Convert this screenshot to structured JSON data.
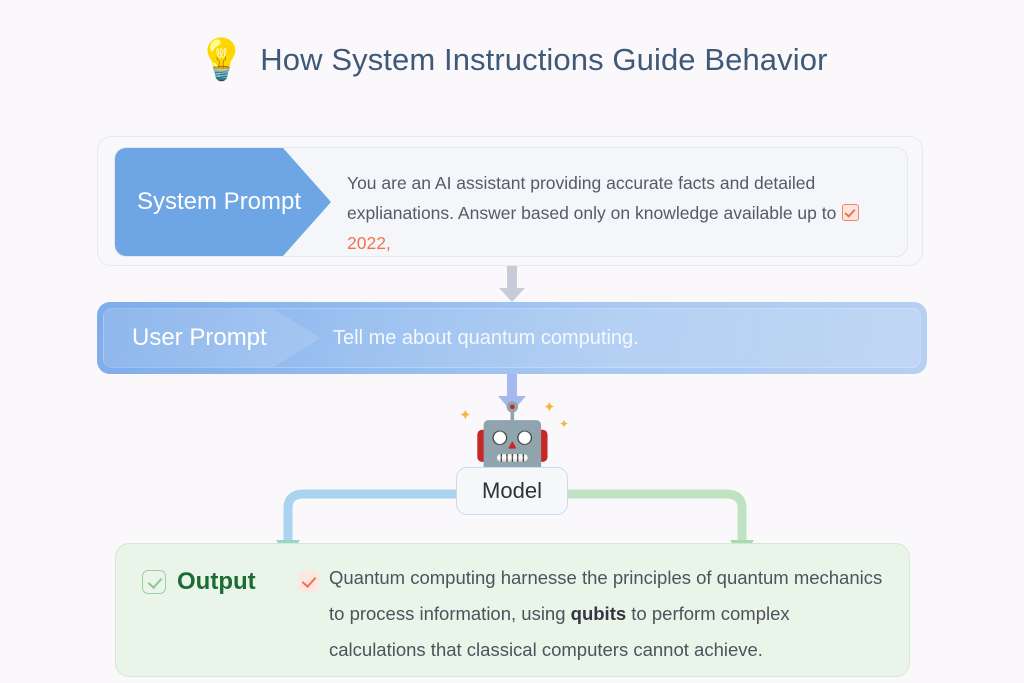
{
  "page": {
    "background_color": "#fbf8fb",
    "title": "How System Instructions Guide Behavior",
    "title_color": "#3f5a78",
    "bulb_icon": "💡"
  },
  "system_prompt": {
    "badge_label": "System Prompt",
    "badge_color": "#6ea5e4",
    "text_before_icon": "You are an AI assistant providing accurate facts and detailed explianations. Answer based only on knowledge available up to ",
    "inline_icon": "checkbox-orange-icon",
    "cutoff_year": "2022,",
    "cutoff_color": "#f4714f"
  },
  "flow_arrows": {
    "system_to_user": "arrow-down-grey-icon",
    "system_to_user_color": "#c6cdd9",
    "user_to_model": "arrow-down-blue-icon",
    "user_to_model_color": "#a6b8ef",
    "model_in_left": "arrow-right-blue-icon",
    "model_in_left_color": "#9ec9ea",
    "model_in_right": "arrow-left-green-icon",
    "model_in_right_color": "#b4ddb9"
  },
  "user_prompt": {
    "badge_label": "User Prompt",
    "text": "Tell me about quantum computing.",
    "gradient_start": "#7fadea",
    "gradient_end": "#b6d0f3"
  },
  "model": {
    "robot_icon": "🤖",
    "label": "Model",
    "sparkle_glyph": "✦",
    "sparkle_color": "#f5b642"
  },
  "output": {
    "checkbox_icon": "checkbox-green-icon",
    "label": "Output",
    "label_color": "#1e6b33",
    "body_checkbox_icon": "checkbox-orange-icon",
    "text_part1": "Quantum computing harnesse the principles of quantum mechanics to process information, using ",
    "text_bold": "qubits",
    "text_part2": " to perform complex calculations that classical computers cannot achieve.",
    "card_color": "#eaf5ea"
  }
}
